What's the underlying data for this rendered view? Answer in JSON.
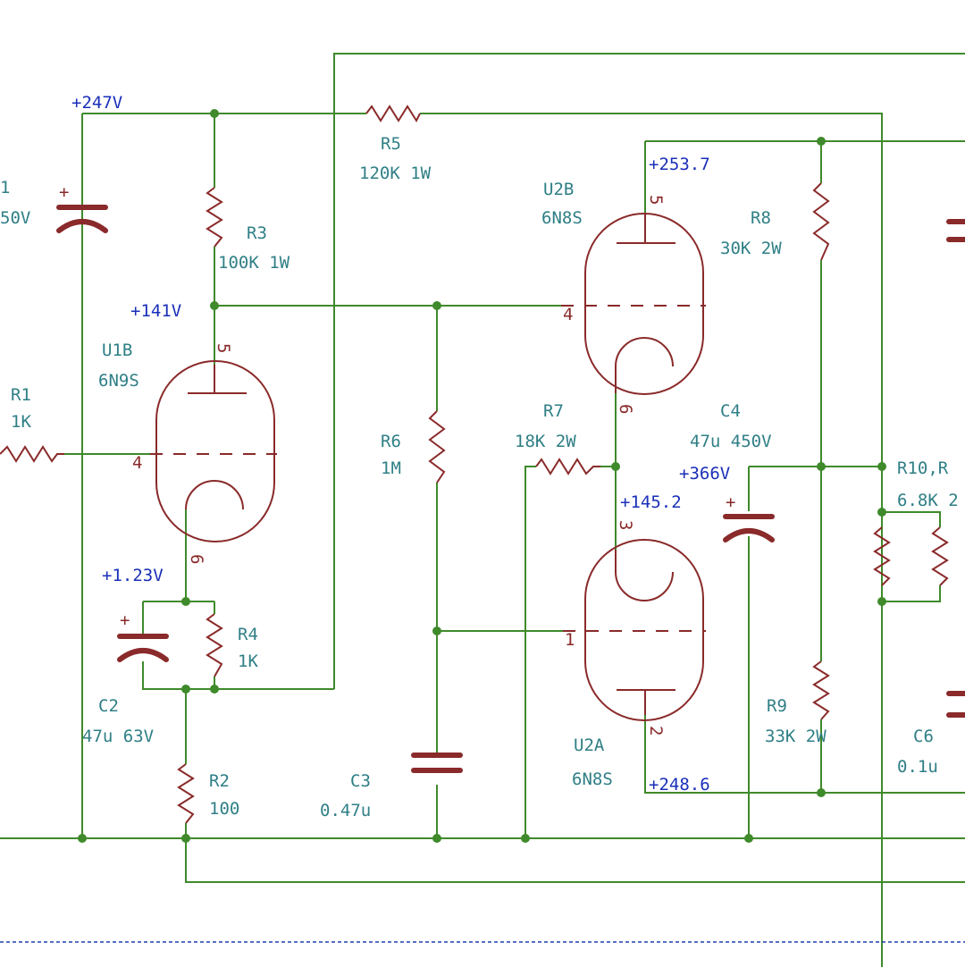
{
  "net_labels": {
    "b247": "+247V",
    "n141": "+141V",
    "k123": "+1.23V",
    "p2537": "+253.7",
    "k1452": "+145.2",
    "n366": "+366V",
    "p2486": "+248.6"
  },
  "components": {
    "c1": {
      "ref": "1",
      "value": "50V"
    },
    "r1": {
      "ref": "R1",
      "value": "1K"
    },
    "r2": {
      "ref": "R2",
      "value": "100"
    },
    "r3": {
      "ref": "R3",
      "value": "100K 1W"
    },
    "r4": {
      "ref": "R4",
      "value": "1K"
    },
    "r5": {
      "ref": "R5",
      "value": "120K 1W"
    },
    "r6": {
      "ref": "R6",
      "value": "1M"
    },
    "r7": {
      "ref": "R7",
      "value": "18K 2W"
    },
    "r8": {
      "ref": "R8",
      "value": "30K 2W"
    },
    "r9": {
      "ref": "R9",
      "value": "33K 2W"
    },
    "r10": {
      "ref": "R10,R",
      "value": "6.8K 2"
    },
    "c2": {
      "ref": "C2",
      "value": "47u 63V"
    },
    "c3": {
      "ref": "C3",
      "value": "0.47u"
    },
    "c4": {
      "ref": "C4",
      "value": "47u 450V"
    },
    "c6": {
      "ref": "C6",
      "value": "0.1u"
    },
    "u1b": {
      "ref": "U1B",
      "value": "6N9S"
    },
    "u2a": {
      "ref": "U2A",
      "value": "6N8S"
    },
    "u2b": {
      "ref": "U2B",
      "value": "6N8S"
    }
  },
  "pins": {
    "u1b_plate": "5",
    "u1b_grid": "4",
    "u1b_cathode": "6",
    "u2b_plate": "5",
    "u2b_grid": "4",
    "u2b_cathode": "6",
    "u2a_cathode": "3",
    "u2a_grid": "1",
    "u2a_plate": "2"
  },
  "polarity_mark": "+"
}
